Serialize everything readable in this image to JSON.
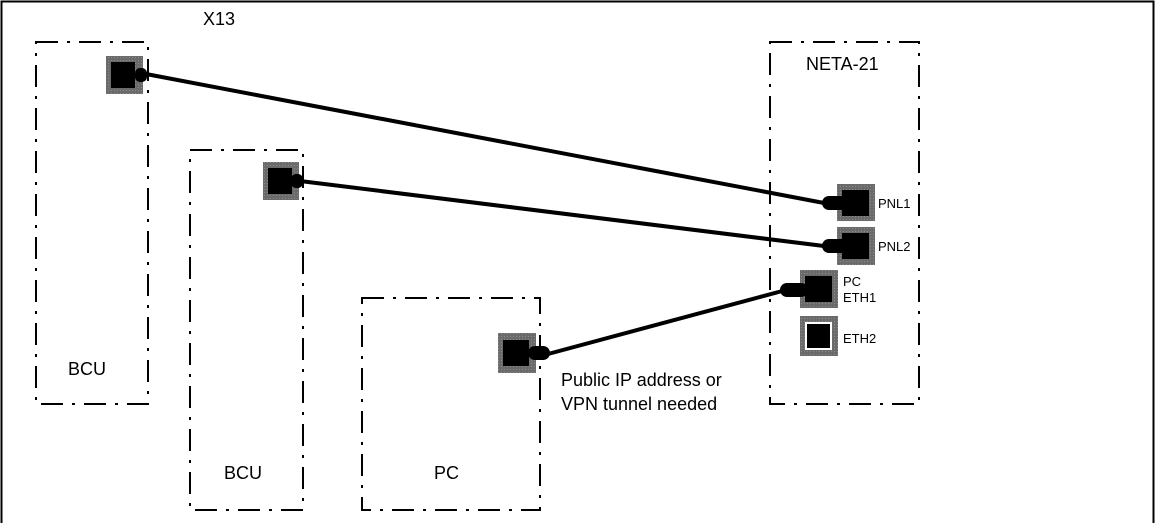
{
  "diagram": {
    "connector_label": "X13",
    "boxes": {
      "bcu1": {
        "label": "BCU"
      },
      "bcu2": {
        "label": "BCU"
      },
      "pc": {
        "label": "PC"
      },
      "neta": {
        "label": "NETA-21"
      }
    },
    "ports": {
      "pnl1": "PNL1",
      "pnl2": "PNL2",
      "pc_line1": "PC",
      "pc_line2": "ETH1",
      "eth2": "ETH2"
    },
    "note": {
      "line1": "Public IP address or",
      "line2": "VPN tunnel needed"
    }
  }
}
